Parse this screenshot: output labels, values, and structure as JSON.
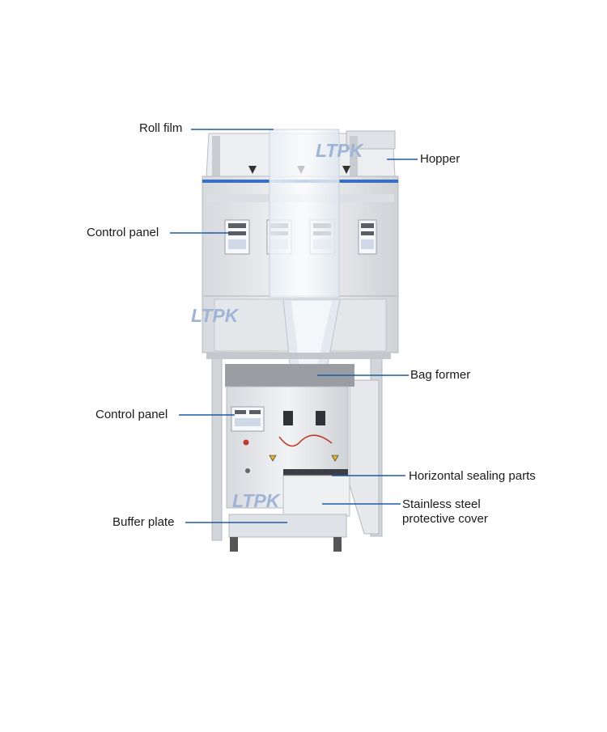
{
  "brand": {
    "watermark": "LTPK"
  },
  "colors": {
    "leader_line": "#1f5aa6",
    "steel_light": "#e9ebee",
    "steel_mid": "#d3d6da",
    "steel_dark": "#a9adb3",
    "accent_blue": "#3a6fc4",
    "watermark": "#9fb4d6"
  },
  "callouts": {
    "roll_film": "Roll film",
    "hopper": "Hopper",
    "control_panel_top": "Control panel",
    "bag_former": "Bag former",
    "control_panel_bottom": "Control panel",
    "horizontal_sealing": "Horizontal sealing parts",
    "stainless_cover_line1": "Stainless steel",
    "stainless_cover_line2": "protective cover",
    "buffer_plate": "Buffer plate"
  }
}
